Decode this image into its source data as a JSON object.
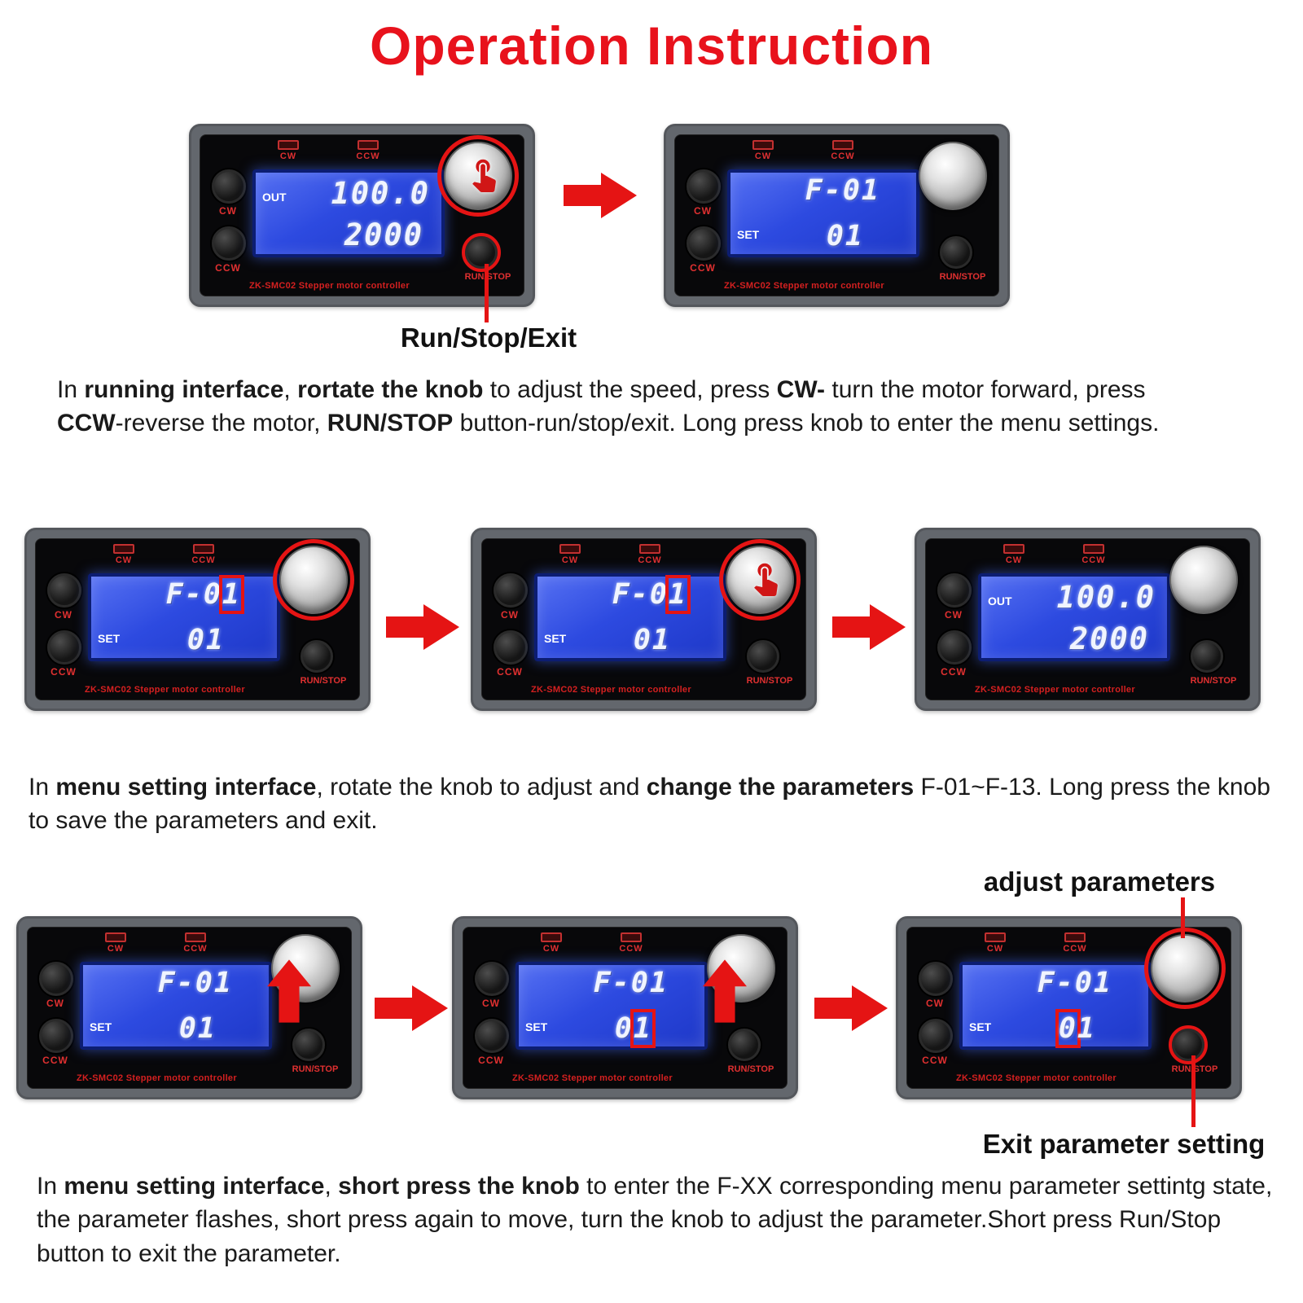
{
  "title": "Operation Instruction",
  "common": {
    "brand": "ZK-SMC02  Stepper motor controller",
    "led_cw": "CW",
    "led_ccw": "CCW",
    "btn_cw": "CW",
    "btn_ccw": "CCW",
    "btn_run_stop": "RUN/STOP"
  },
  "screens": {
    "run": {
      "out_label": "OUT",
      "line1": "100.0",
      "line2": "2000"
    },
    "menu": {
      "l1a": "F-0",
      "l1b": "1",
      "set_label": "SET",
      "l2a": "0",
      "l2b": "1"
    }
  },
  "callouts": {
    "run_stop_exit": "Run/Stop/Exit",
    "adjust_parameters": "adjust parameters",
    "exit_parameter_setting": "Exit parameter setting"
  },
  "paragraphs": {
    "p1": [
      {
        "text": "In ",
        "bold": false
      },
      {
        "text": "running interface",
        "bold": true
      },
      {
        "text": ", ",
        "bold": false
      },
      {
        "text": "rortate the knob",
        "bold": true
      },
      {
        "text": " to adjust the speed,  press ",
        "bold": false
      },
      {
        "text": "CW-",
        "bold": true
      },
      {
        "text": " turn the motor forward, press ",
        "bold": false
      },
      {
        "text": "CCW",
        "bold": true
      },
      {
        "text": "-reverse the motor, ",
        "bold": false
      },
      {
        "text": "RUN/STOP",
        "bold": true
      },
      {
        "text": " button-run/stop/exit. Long press knob to enter the menu settings.",
        "bold": false
      }
    ],
    "p2": [
      {
        "text": "In ",
        "bold": false
      },
      {
        "text": "menu setting interface",
        "bold": true
      },
      {
        "text": ", rotate the knob to adjust and ",
        "bold": false
      },
      {
        "text": "change the parameters",
        "bold": true
      },
      {
        "text": " F-01~F-13. Long press the knob to save the parameters and exit.",
        "bold": false
      }
    ],
    "p3": [
      {
        "text": "In ",
        "bold": false
      },
      {
        "text": "menu setting interface",
        "bold": true
      },
      {
        "text": ", ",
        "bold": false
      },
      {
        "text": "short press the knob",
        "bold": true
      },
      {
        "text": " to enter the F-XX corresponding menu parameter settintg state, the parameter flashes, short press again to move, turn the knob to adjust the parameter.Short press Run/Stop button to exit the parameter.",
        "bold": false
      }
    ]
  }
}
